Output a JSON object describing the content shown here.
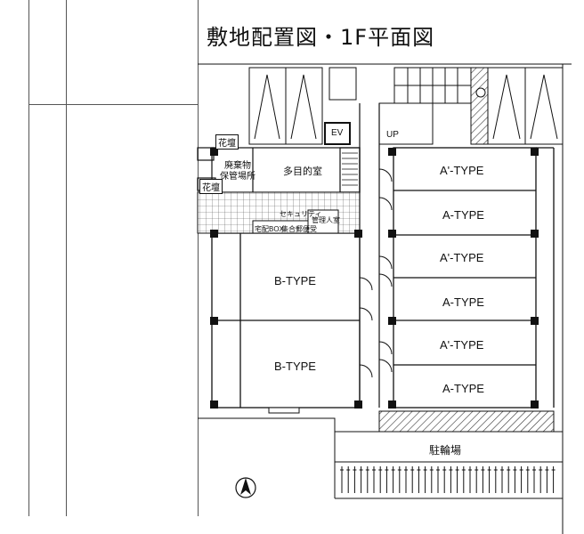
{
  "title": "敷地配置図・1F平面図",
  "rooms": {
    "ev": "EV",
    "up": "UP",
    "flower_bed_1": "花壇",
    "flower_bed_2": "花壇",
    "waste_storage_line1": "廃棄物",
    "waste_storage_line2": "保管場所",
    "multipurpose_room": "多目的室",
    "security": "セキュリティ",
    "mailbox": "宅配BOX",
    "mail_corner": "集合郵便受",
    "manager_room": "管理人室",
    "bicycle_parking": "駐輪場"
  },
  "units_east": [
    "A'-TYPE",
    "A-TYPE",
    "A'-TYPE",
    "A-TYPE",
    "A'-TYPE",
    "A-TYPE"
  ],
  "units_west": [
    "B-TYPE",
    "B-TYPE"
  ],
  "compass": {
    "icon": "north-arrow-icon"
  },
  "colors": {
    "line": "#111111",
    "hatch": "#333333",
    "grid": "#555555"
  }
}
